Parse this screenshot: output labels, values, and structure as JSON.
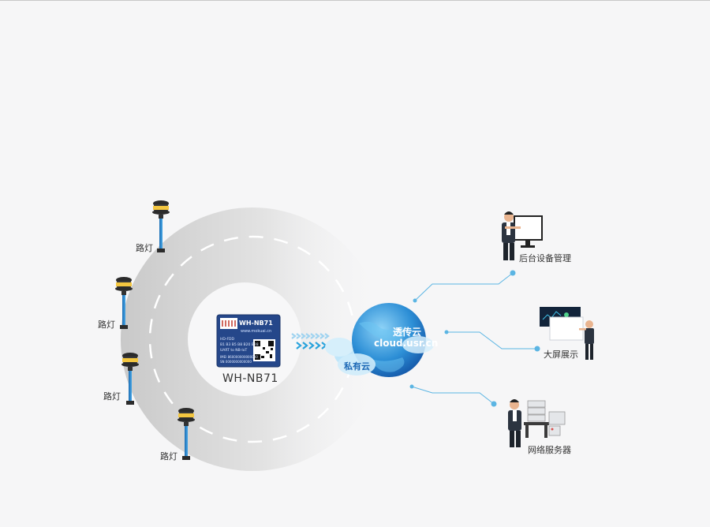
{
  "streetlight_label": "路灯",
  "module": {
    "name": "WH-NB71",
    "chip_brand": "WH-NB71",
    "chip_url": "www.mokuai.cn",
    "chip_line1": "HD-FDD",
    "chip_line2": "B1 B3 B5 B8 B20 B28",
    "chip_line3": "UART to NB-IoT",
    "chip_line4": "IMEI 860000000000000",
    "chip_line5": "SN 0000000000000"
  },
  "cloud": {
    "transparent_cloud": "透传云",
    "cloud_url": "cloud.usr.cn",
    "private_cloud": "私有云"
  },
  "endpoints": {
    "backend": "后台设备管理",
    "bigscreen": "大屏展示",
    "webserver": "网络服务器"
  },
  "colors": {
    "link_line": "#5bb5e3",
    "arrow": "#29a3dc",
    "chip_blue": "#2a4a8c"
  }
}
